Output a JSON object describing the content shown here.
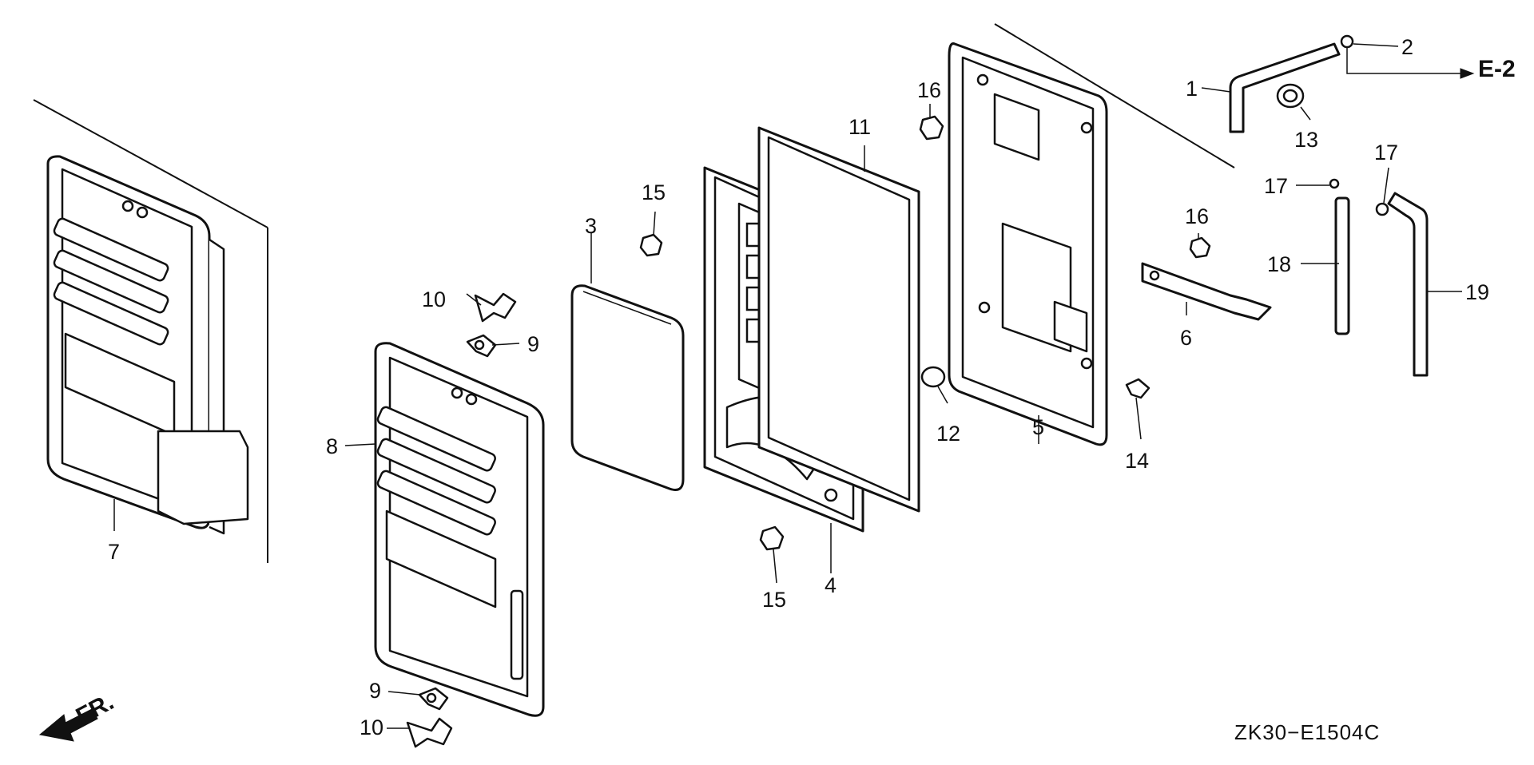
{
  "diagram": {
    "part_code": "ZK30−E1504C",
    "reference": {
      "arrow_label": "E-2"
    },
    "front_indicator": {
      "label": "FR."
    },
    "callouts": [
      {
        "id": "c1",
        "label": "1"
      },
      {
        "id": "c2",
        "label": "2"
      },
      {
        "id": "c3",
        "label": "3"
      },
      {
        "id": "c4",
        "label": "4"
      },
      {
        "id": "c5",
        "label": "5"
      },
      {
        "id": "c6",
        "label": "6"
      },
      {
        "id": "c7",
        "label": "7"
      },
      {
        "id": "c8",
        "label": "8"
      },
      {
        "id": "c9a",
        "label": "9"
      },
      {
        "id": "c9b",
        "label": "9"
      },
      {
        "id": "c10a",
        "label": "10"
      },
      {
        "id": "c10b",
        "label": "10"
      },
      {
        "id": "c11",
        "label": "11"
      },
      {
        "id": "c12",
        "label": "12"
      },
      {
        "id": "c13",
        "label": "13"
      },
      {
        "id": "c14",
        "label": "14"
      },
      {
        "id": "c15a",
        "label": "15"
      },
      {
        "id": "c15b",
        "label": "15"
      },
      {
        "id": "c16a",
        "label": "16"
      },
      {
        "id": "c16b",
        "label": "16"
      },
      {
        "id": "c17a",
        "label": "17"
      },
      {
        "id": "c17b",
        "label": "17"
      },
      {
        "id": "c18",
        "label": "18"
      },
      {
        "id": "c19",
        "label": "19"
      }
    ]
  }
}
